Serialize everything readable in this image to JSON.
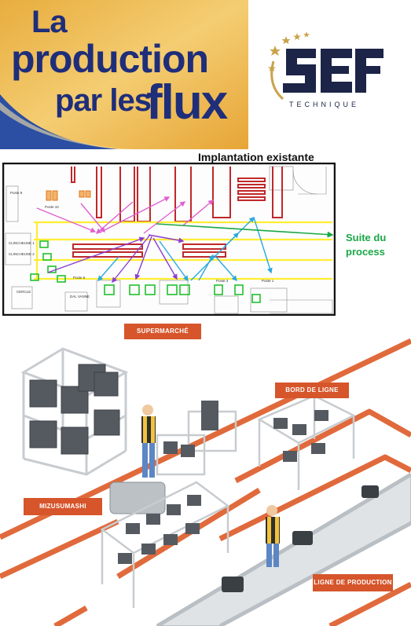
{
  "banner": {
    "line1": "La",
    "line2": "production",
    "line3a": "par les",
    "line3b": "flux",
    "colors": {
      "top": "#d9a23a",
      "mid": "#f2c766",
      "corner": "#2c4fa3",
      "text": "#1f2e7a"
    }
  },
  "logo": {
    "letters": "SEF",
    "tagline": "TECHNIQUE",
    "star_count": 5,
    "colors": {
      "navy": "#1c2447",
      "gold": "#c9a24a"
    }
  },
  "plan": {
    "title": "Implantation existante",
    "suite_label_line1": "Suite du",
    "suite_label_line2": "process",
    "colors": {
      "line_yellow": "#ffee33",
      "flow_pink": "#e060d0",
      "flow_purple": "#8a3ed0",
      "flow_blue": "#2aa8e0",
      "flow_green": "#1aa846",
      "rack_red": "#c0282a",
      "station_green": "#22c030",
      "station_orange": "#e07820"
    }
  },
  "illustration": {
    "labels": {
      "supermarche": "SUPERMARCHÉ",
      "bord_de_ligne": "BORD DE LIGNE",
      "mizusumashi": "MIZUSUMASHI",
      "ligne_de_production": "LIGNE DE PRODUCTION"
    },
    "colors": {
      "label_bg": "#d6552b",
      "track": "#e06a3c",
      "crate": "#555a60",
      "frame": "#c8ccd0"
    }
  }
}
